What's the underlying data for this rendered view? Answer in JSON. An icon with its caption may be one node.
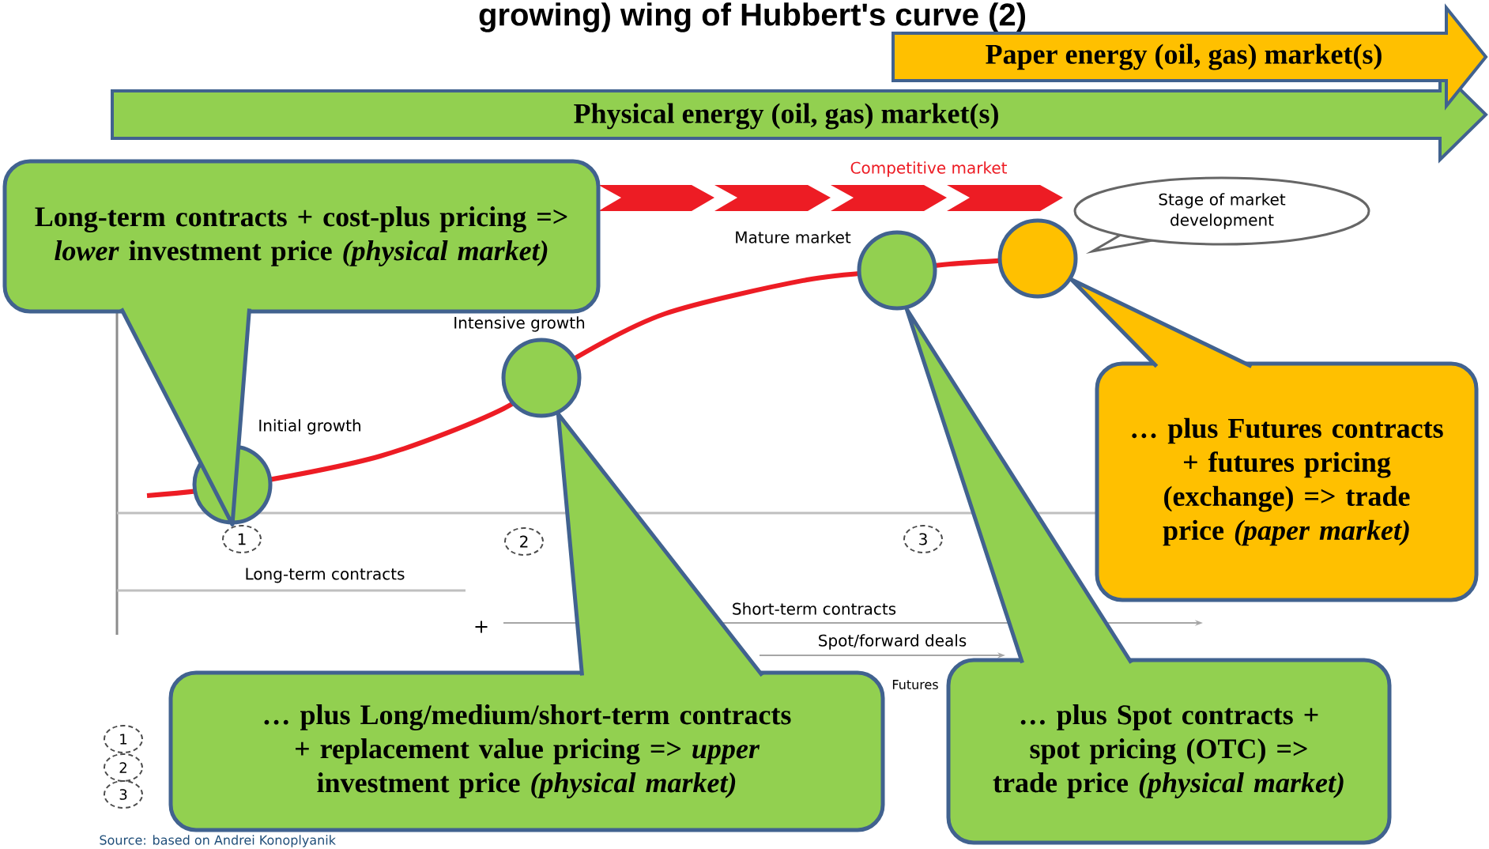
{
  "diagram": {
    "title": "growing) wing of Hubbert's curve (2)",
    "nodes": [
      {
        "text": [
          "Paper energy (oil, gas) market(s)"
        ]
      },
      {
        "text": [
          "Physical energy (oil, gas) market(s)"
        ]
      },
      {
        "text": [
          "Long-term contracts + cost-plus pricing => *lower* investment price *(physical market)*"
        ]
      },
      {
        "text": [],
        "shape": "circle"
      },
      {
        "text": [],
        "shape": "circle"
      },
      {
        "text": [],
        "shape": "circle"
      },
      {
        "text": [],
        "shape": "circle"
      },
      {
        "text": [
          "… plus Futures contracts + futures pricing (exchange) => trade price *(paper market)*"
        ]
      },
      {
        "text": [
          "… plus Long/medium/short-term contracts + replacement value pricing => *upper* investment price *(physical market)*"
        ]
      },
      {
        "text": [
          "… plus Spot contracts + spot pricing (OTC) => trade price *(physical market)*"
        ]
      },
      {
        "text": [
          "Stage of market development"
        ]
      }
    ],
    "edges": [
      {
        "from": 2,
        "to": 3,
        "arrow": "none"
      },
      {
        "from": 8,
        "to": 4,
        "arrow": "none"
      },
      {
        "from": 9,
        "to": 5,
        "arrow": "none"
      },
      {
        "from": 7,
        "to": 6,
        "arrow": "none"
      }
    ],
    "labels": [
      "Competitive market",
      "Initial growth",
      "Intensive growth",
      "Mature market",
      "1",
      "2",
      "3",
      "Long-term contracts",
      "+",
      "Short-term contracts",
      "Spot/forward deals",
      "Futures",
      "1",
      "2",
      "3",
      "Source: based on Andrei Konoplyanik"
    ]
  }
}
